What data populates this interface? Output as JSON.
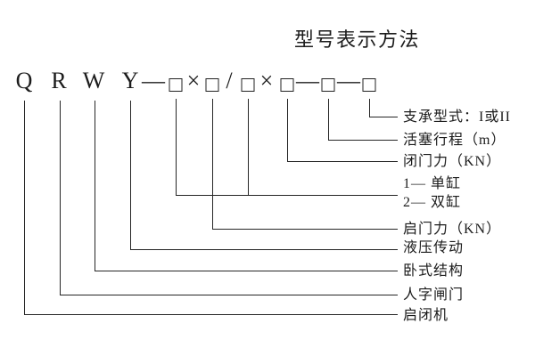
{
  "title": "型号表示方法",
  "model_code": {
    "full": "QRWY—□×□/□×□—□—□",
    "letters": [
      "Q",
      "R",
      "W",
      "Y"
    ],
    "dash": "—",
    "times": "×",
    "slash": "/"
  },
  "annotations": [
    "支承型式：I或II",
    "活塞行程（m）",
    "闭门力（KN）",
    "1— 单缸",
    "2— 双缸",
    "启门力（KN）",
    "液压传动",
    "卧式结构",
    "人字闸门",
    "启闭机"
  ]
}
